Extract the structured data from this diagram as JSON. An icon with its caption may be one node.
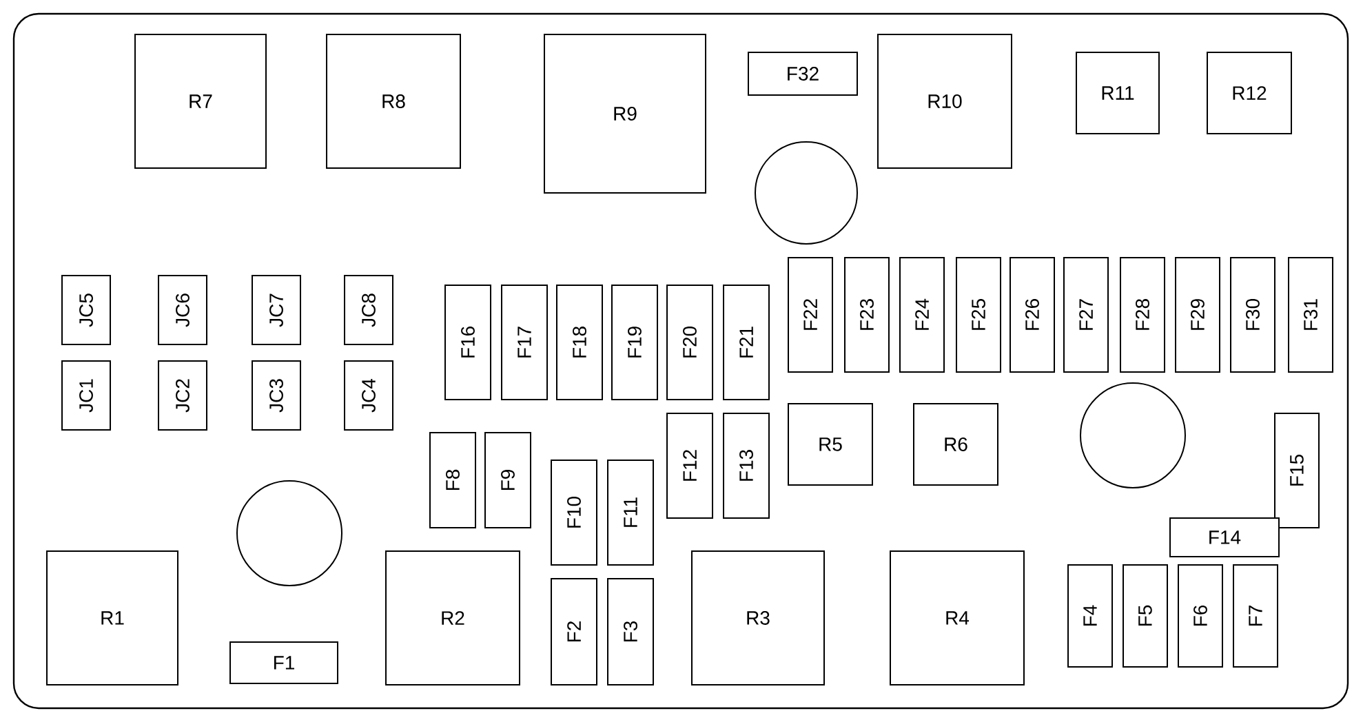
{
  "diagram": {
    "nodes": [
      {
        "text": [
          "R7"
        ]
      },
      {
        "text": [
          "R8"
        ]
      },
      {
        "text": [
          "R9"
        ]
      },
      {
        "text": [
          "F32"
        ]
      },
      {
        "text": [
          "R10"
        ]
      },
      {
        "text": [
          "R11"
        ]
      },
      {
        "text": [
          "R12"
        ]
      },
      {
        "text": [
          "F22"
        ]
      },
      {
        "text": [
          "F23"
        ]
      },
      {
        "text": [
          "F24"
        ]
      },
      {
        "text": [
          "F25"
        ]
      },
      {
        "text": [
          "F26"
        ]
      },
      {
        "text": [
          "F27"
        ]
      },
      {
        "text": [
          "F28"
        ]
      },
      {
        "text": [
          "F29"
        ]
      },
      {
        "text": [
          "F30"
        ]
      },
      {
        "text": [
          "F31"
        ]
      },
      {
        "text": [
          "JC5"
        ]
      },
      {
        "text": [
          "JC6"
        ]
      },
      {
        "text": [
          "JC7"
        ]
      },
      {
        "text": [
          "JC8"
        ]
      },
      {
        "text": [
          "F16"
        ]
      },
      {
        "text": [
          "F17"
        ]
      },
      {
        "text": [
          "F18"
        ]
      },
      {
        "text": [
          "F19"
        ]
      },
      {
        "text": [
          "F20"
        ]
      },
      {
        "text": [
          "F21"
        ]
      },
      {
        "text": [
          "JC1"
        ]
      },
      {
        "text": [
          "JC2"
        ]
      },
      {
        "text": [
          "JC3"
        ]
      },
      {
        "text": [
          "JC4"
        ]
      },
      {
        "text": [
          "F15"
        ]
      },
      {
        "text": [
          "F12"
        ]
      },
      {
        "text": [
          "F13"
        ]
      },
      {
        "text": [
          "R5"
        ]
      },
      {
        "text": [
          "R6"
        ]
      },
      {
        "text": [
          "F8"
        ]
      },
      {
        "text": [
          "F9"
        ]
      },
      {
        "text": [
          "F10"
        ]
      },
      {
        "text": [
          "F11"
        ]
      },
      {
        "text": [
          "F14"
        ]
      },
      {
        "text": [
          "R1"
        ]
      },
      {
        "text": [
          "R2"
        ]
      },
      {
        "text": [
          "F2"
        ]
      },
      {
        "text": [
          "F3"
        ]
      },
      {
        "text": [
          "R3"
        ]
      },
      {
        "text": [
          "R4"
        ]
      },
      {
        "text": [
          "F4"
        ]
      },
      {
        "text": [
          "F5"
        ]
      },
      {
        "text": [
          "F6"
        ]
      },
      {
        "text": [
          "F7"
        ]
      },
      {
        "text": [
          "F1"
        ]
      },
      {
        "text": [],
        "shape": "circle"
      },
      {
        "text": [],
        "shape": "circle"
      },
      {
        "text": [],
        "shape": "circle"
      }
    ]
  }
}
